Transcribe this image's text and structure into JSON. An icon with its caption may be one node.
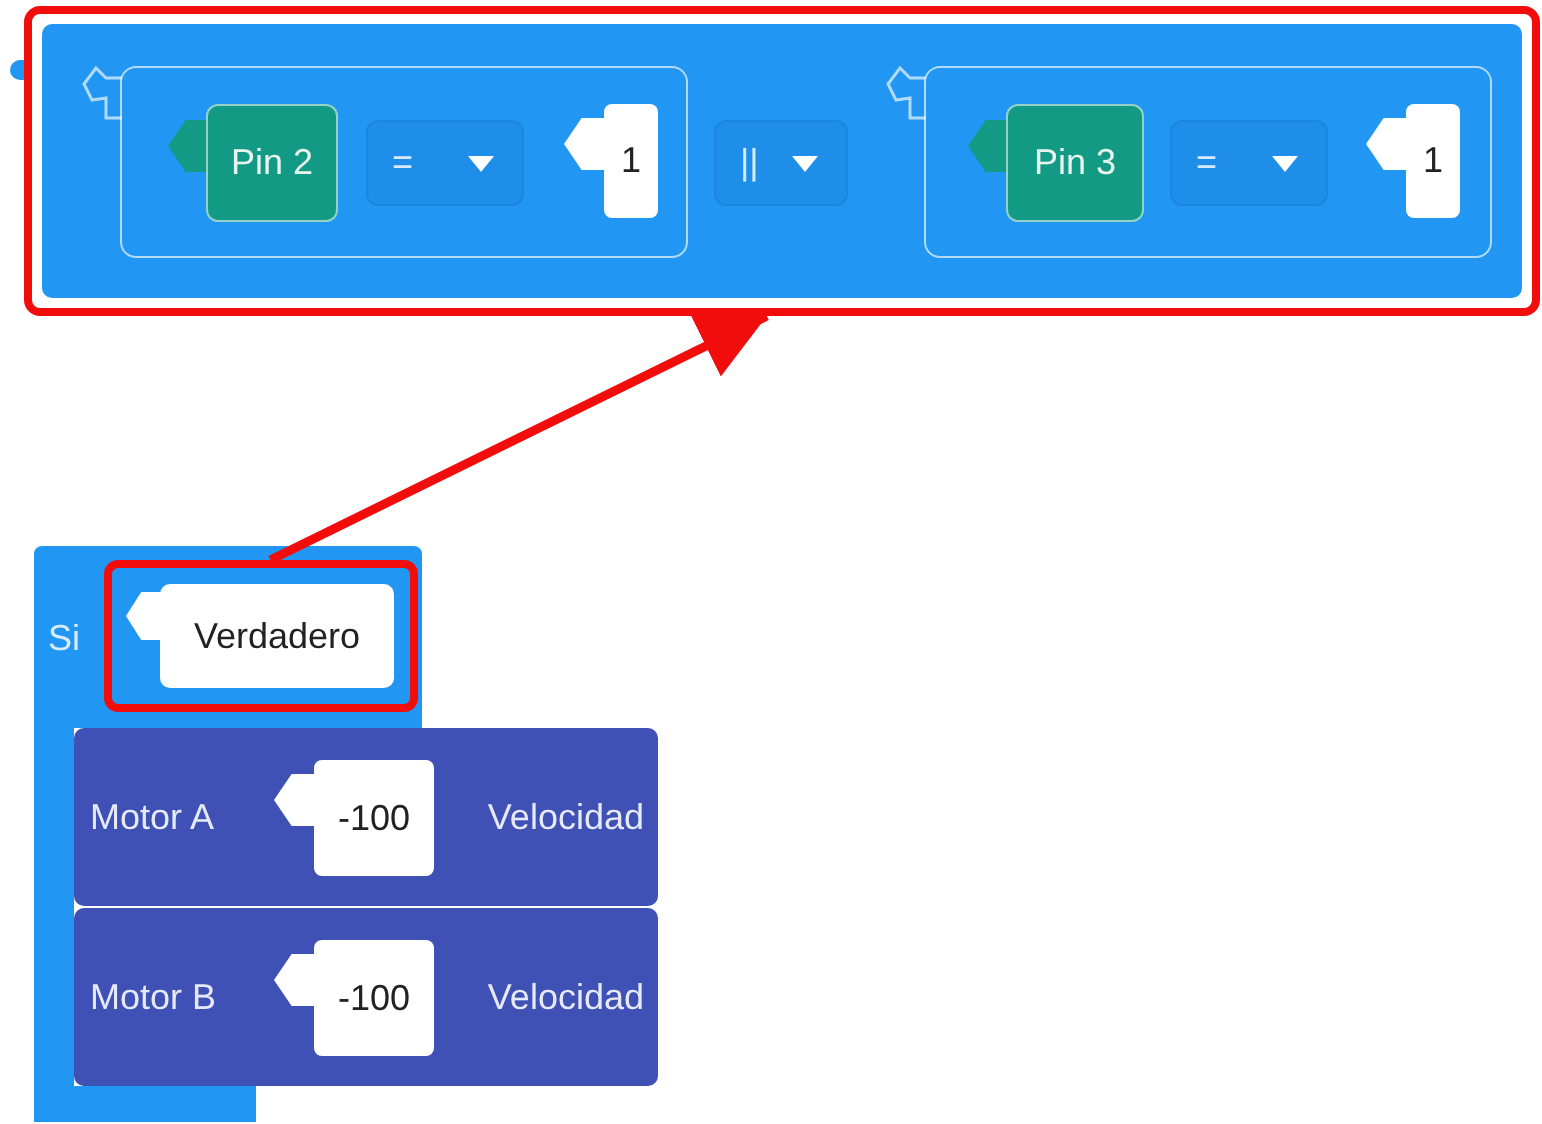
{
  "diagram": {
    "nodes": [
      {
        "text": [],
        "shape": "box"
      },
      {
        "text": [],
        "shape": "box",
        "in": 0
      },
      {
        "text": [
          "Pin 2"
        ],
        "in": 1
      },
      {
        "text": [
          "="
        ],
        "in": 1
      },
      {
        "text": [
          "1"
        ],
        "in": 1
      },
      {
        "text": [
          "||"
        ],
        "in": 0
      },
      {
        "text": [],
        "shape": "box",
        "in": 0
      },
      {
        "text": [
          "Pin 3"
        ],
        "in": 6
      },
      {
        "text": [
          "="
        ],
        "in": 6
      },
      {
        "text": [
          "1"
        ],
        "in": 6
      },
      {
        "text": [
          "Si"
        ]
      },
      {
        "text": [
          "Verdadero"
        ],
        "in": 10
      },
      {
        "text": [
          "Motor A",
          "Velocidad"
        ]
      },
      {
        "text": [
          "-100"
        ],
        "in": 12
      },
      {
        "text": [
          "Motor B",
          "Velocidad"
        ]
      },
      {
        "text": [
          "-100"
        ],
        "in": 14
      },
      {
        "text": [],
        "shape": "bar"
      },
      {
        "text": [],
        "shape": "bar"
      }
    ],
    "edges": [
      {
        "from": 11,
        "to": 0,
        "arrow": "to"
      }
    ]
  }
}
